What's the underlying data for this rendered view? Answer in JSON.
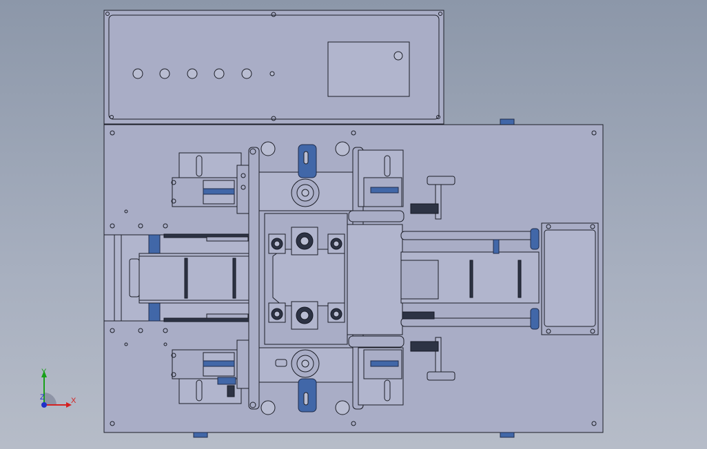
{
  "view": {
    "background_top": "#8c97a9",
    "background_bottom": "#b6bcc8",
    "part_color": "#a9adc6",
    "edge_color": "#1b1d26",
    "accent_blue": "#4167a8"
  },
  "triad": {
    "x_label": "X",
    "y_label": "Y",
    "z_label": "Z",
    "x_color": "#d42020",
    "y_color": "#18a018",
    "z_color": "#2030c8"
  },
  "control_box": {
    "button_count": 5,
    "has_display_window": true
  }
}
